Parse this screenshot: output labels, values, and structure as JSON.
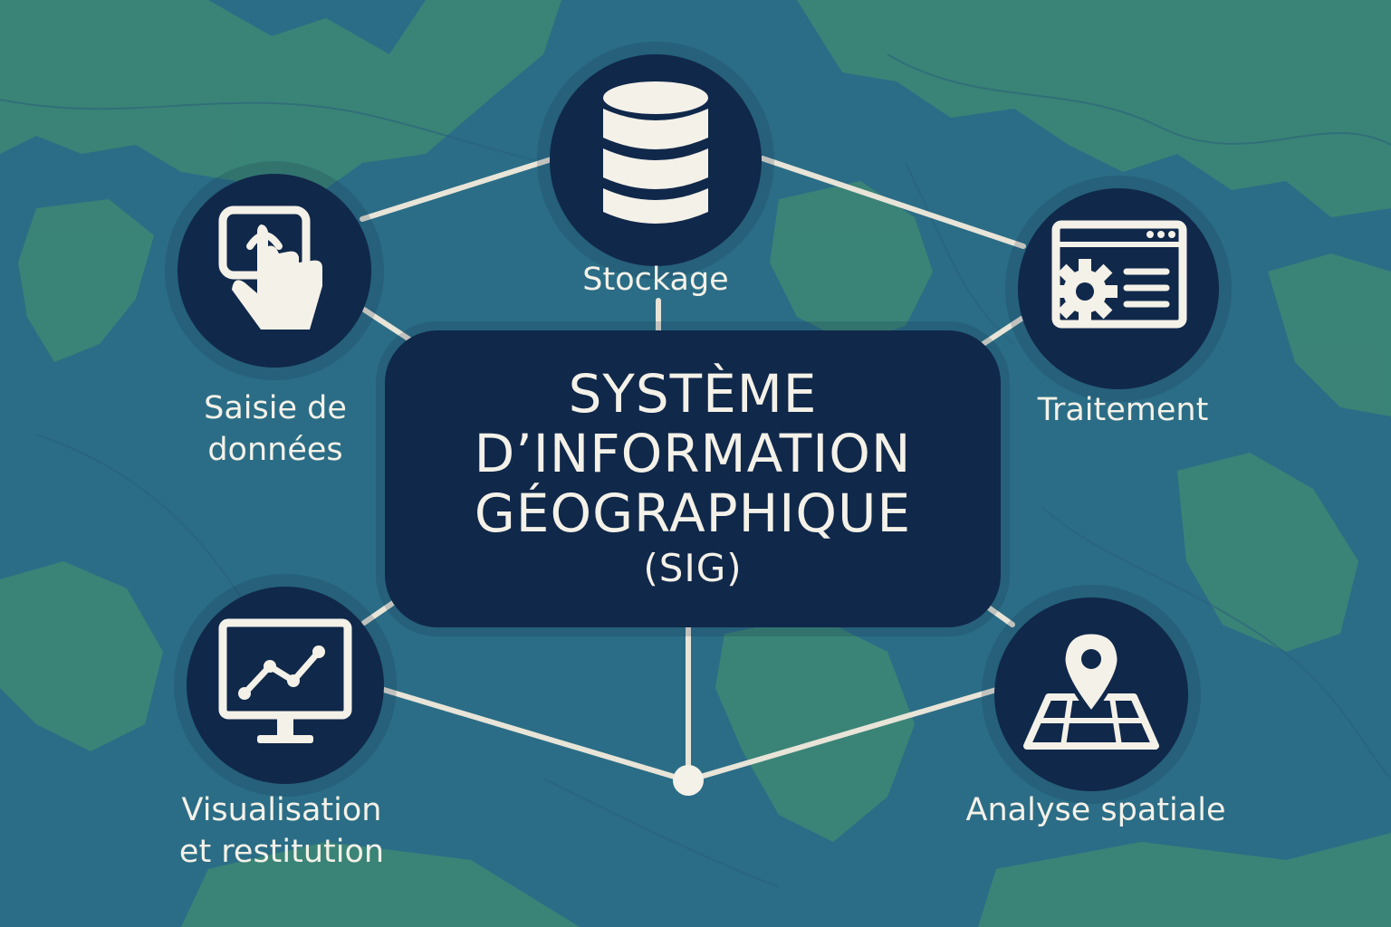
{
  "title": {
    "line1": "SYSTÈME",
    "line2": "D’INFORMATION",
    "line3": "GÉOGRAPHIQUE",
    "line4": "(SIG)"
  },
  "nodes": {
    "stockage": {
      "label": "Stockage",
      "icon": "database-icon"
    },
    "saisie": {
      "label_line1": "Saisie de",
      "label_line2": "données",
      "icon": "touch-input-icon"
    },
    "traitement": {
      "label": "Traitement",
      "icon": "gear-window-icon"
    },
    "visualisation": {
      "label_line1": "Visualisation",
      "label_line2": "et restitution",
      "icon": "monitor-chart-icon"
    },
    "analyse": {
      "label": "Analyse spatiale",
      "icon": "map-pin-icon"
    }
  },
  "colors": {
    "node_fill": "#10284a",
    "text": "#f4f1e8",
    "connector": "#e8e4d8",
    "map_water": "#2a6f84",
    "map_land": "#3f8a72"
  }
}
